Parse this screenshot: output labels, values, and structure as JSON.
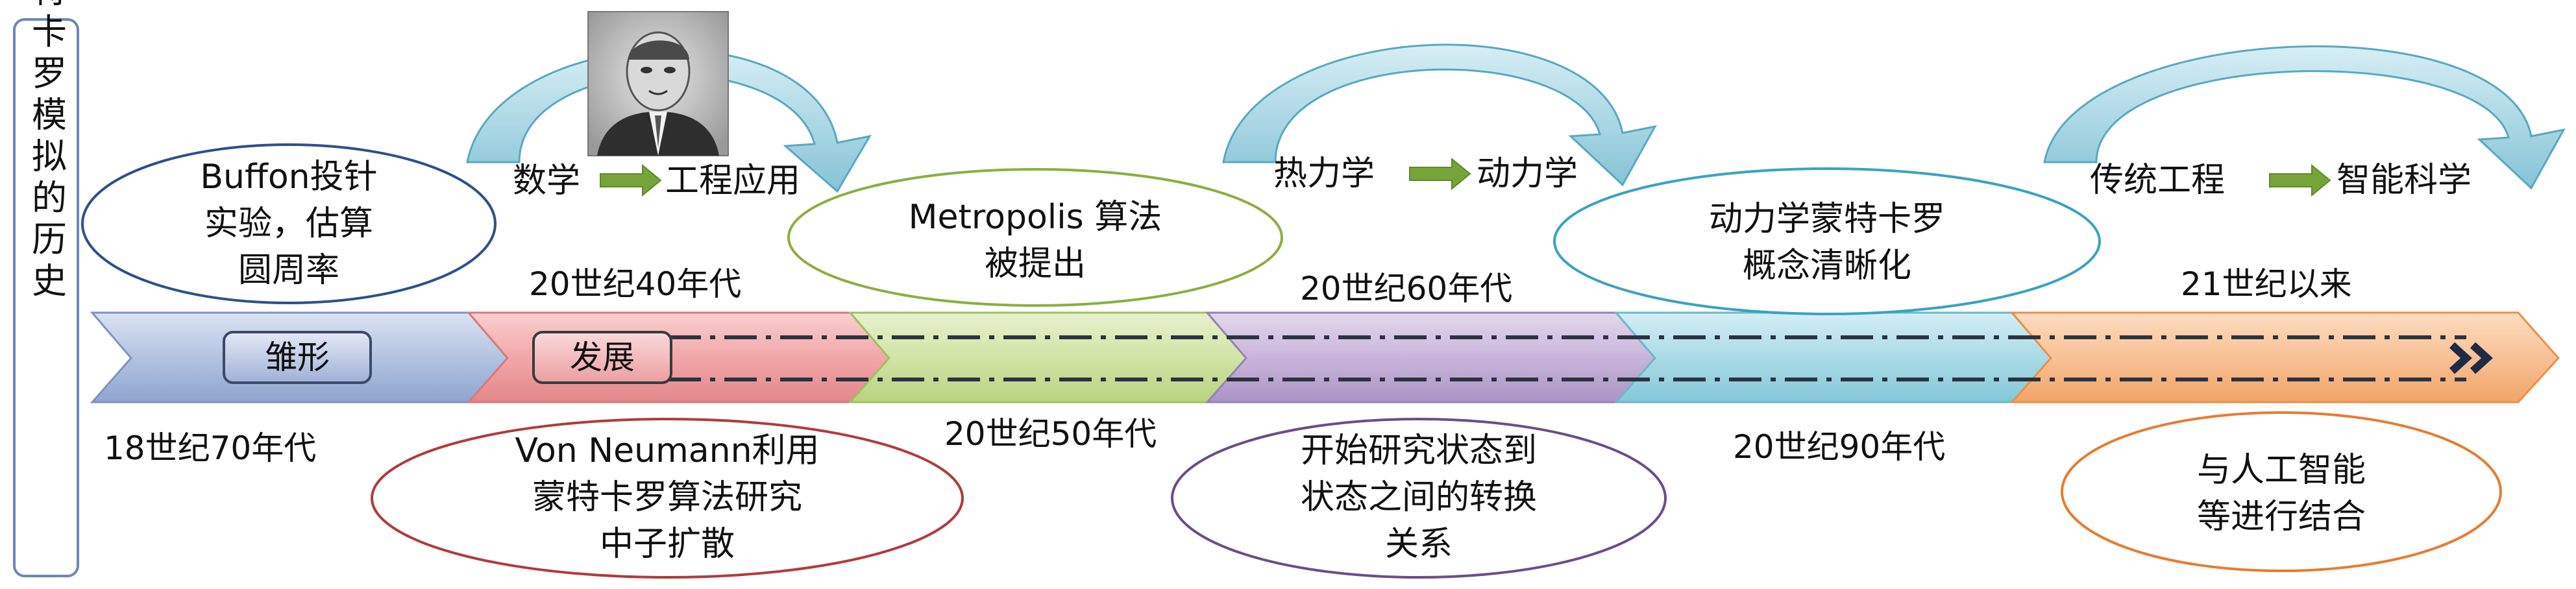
{
  "side_title": "蒙特卡罗模拟的历史",
  "stage_labels": {
    "embryo": "雏形",
    "development": "发展"
  },
  "eras": {
    "e18_70": "18世纪70年代",
    "e20_40": "20世纪40年代",
    "e20_50": "20世纪50年代",
    "e20_60": "20世纪60年代",
    "e20_90": "20世纪90年代",
    "e21": "21世纪以来"
  },
  "events": {
    "buffon": [
      "Buffon投针",
      "实验，估算",
      "圆周率"
    ],
    "von_neumann": [
      "Von Neumann利用",
      "蒙特卡罗算法研究",
      "中子扩散"
    ],
    "metropolis": [
      "Metropolis 算法",
      "被提出"
    ],
    "state_transition": [
      "开始研究状态到",
      "状态之间的转换",
      "关系"
    ],
    "dynamics_clear": [
      "动力学蒙特卡罗",
      "概念清晰化"
    ],
    "ai_combo": [
      "与人工智能",
      "等进行结合"
    ]
  },
  "transitions": [
    {
      "from": "数学",
      "to": "工程应用"
    },
    {
      "from": "热力学",
      "to": "动力学"
    },
    {
      "from": "传统工程",
      "to": "智能科学"
    }
  ],
  "colors": {
    "seg1": "#b4c3e1",
    "seg2": "#f2a7a9",
    "seg3": "#d2e4a6",
    "seg4": "#c9b5da",
    "seg5": "#abdbe6",
    "seg6": "#f8c195",
    "curve_arrow": "#9fd2e0",
    "green_arrow": "#77a33b",
    "oval_blue": "#2f4f8c",
    "oval_red": "#b23a3d",
    "oval_green": "#8aaf3f",
    "oval_purple": "#6d4c8a",
    "oval_teal": "#3aa3bf",
    "oval_orange": "#e67c31"
  },
  "portrait": "john-von-neumann-photo"
}
